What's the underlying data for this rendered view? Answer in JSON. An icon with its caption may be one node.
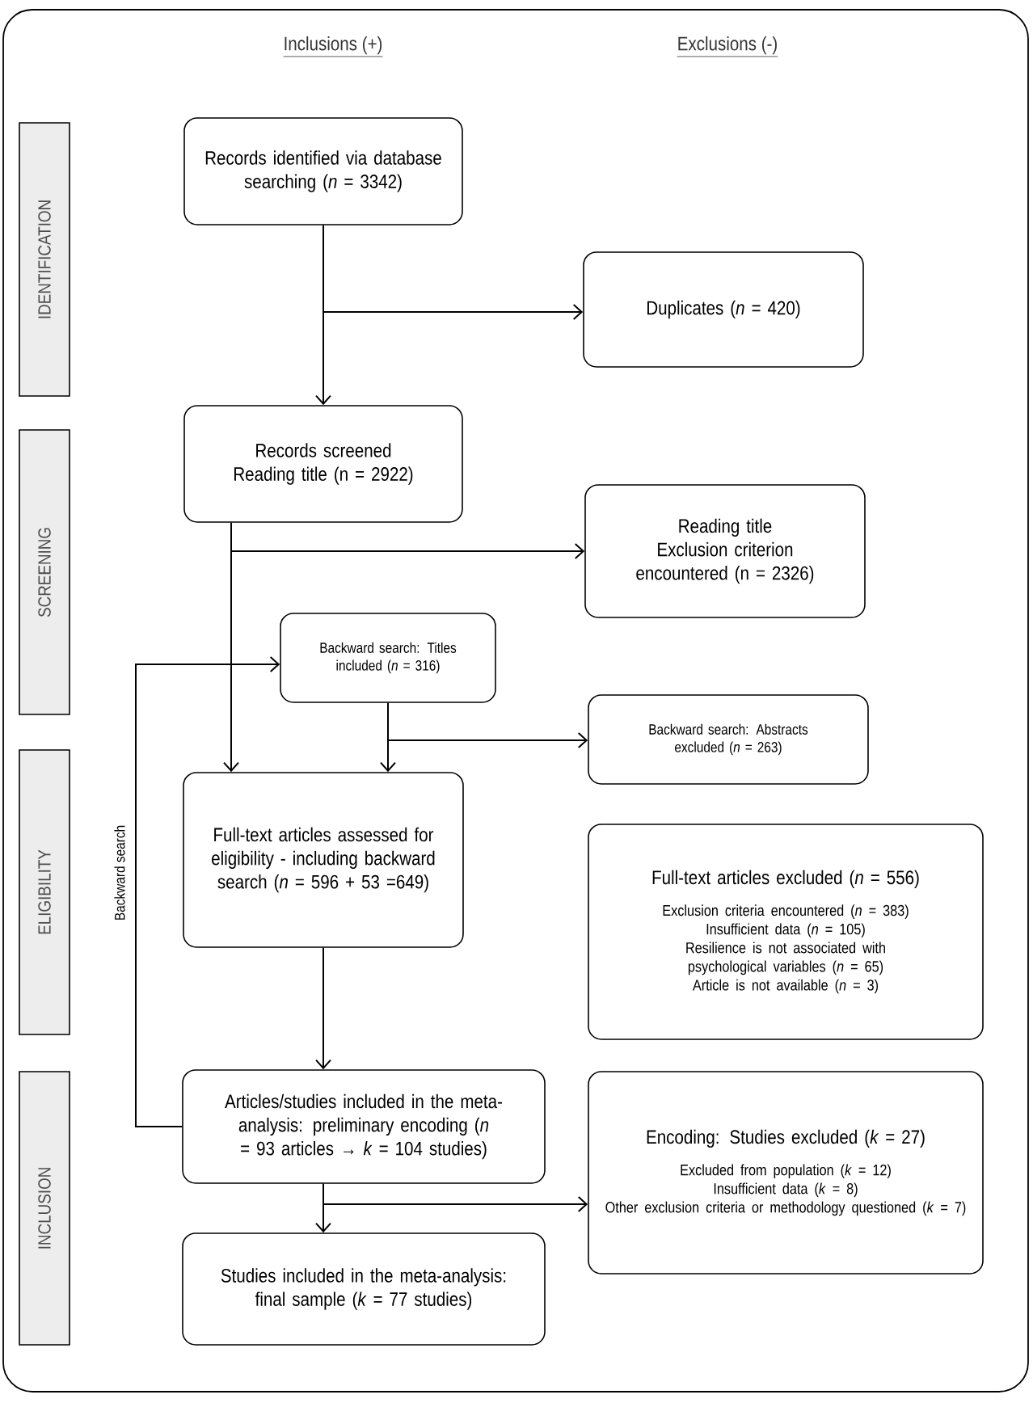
{
  "diagram": {
    "nodes": [
      {
        "text": [
          "IDENTIFICATION"
        ]
      },
      {
        "text": [
          "SCREENING"
        ]
      },
      {
        "text": [
          "ELIGIBILITY"
        ]
      },
      {
        "text": [
          "INCLUSION"
        ]
      },
      {
        "text": [
          "Records identified via database searching (*n* = 3342)"
        ]
      },
      {
        "text": [
          "Duplicates (*n* = 420)"
        ]
      },
      {
        "text": [
          "Records screened Reading title (n = 2922)"
        ]
      },
      {
        "text": [
          "Reading title Exclusion criterion encountered (n = 2326)"
        ]
      },
      {
        "text": [
          "Backward search: Titles included (*n* = 316)"
        ]
      },
      {
        "text": [
          "Backward search: Abstracts excluded (*n* = 263)"
        ]
      },
      {
        "text": [
          "Full-text articles assessed for eligibility - including backward search (*n* = 596 + 53 =649)"
        ]
      },
      {
        "text": [
          "Full-text articles excluded (*n* = 556)",
          "Exclusion criteria encountered (*n* = 383)",
          "Insufficient data (*n* = 105)",
          "Resilience is not associated with psychological variables (*n* = 65)",
          "Article is not available (*n* = 3)"
        ]
      },
      {
        "text": [
          "Articles/studies included in the meta-analysis: preliminary encoding (*n* = 93 articles → *k* = 104 studies)"
        ]
      },
      {
        "text": [
          "Encoding: Studies excluded (*k* = 27)",
          "Excluded from population (*k* = 12)",
          "Insufficient data (*k* = 8)",
          "Other exclusion criteria or methodology questioned (*k* = 7)"
        ]
      },
      {
        "text": [
          "Studies included in the meta-analysis: final sample (*k* = 77 studies)"
        ]
      }
    ],
    "edges": [
      {
        "from": 4,
        "to": 6,
        "arrow": "to"
      },
      {
        "from": 4,
        "to": 5,
        "arrow": "to"
      },
      {
        "from": 6,
        "to": 7,
        "arrow": "to"
      },
      {
        "from": 6,
        "to": 10,
        "arrow": "to"
      },
      {
        "from": 8,
        "to": 10,
        "arrow": "to"
      },
      {
        "from": 8,
        "to": 9,
        "arrow": "to"
      },
      {
        "from": 10,
        "to": 12,
        "arrow": "to"
      },
      {
        "from": 12,
        "to": 8,
        "arrow": "to",
        "label": "Backward search"
      },
      {
        "from": 12,
        "to": 14,
        "arrow": "to"
      },
      {
        "from": 12,
        "to": 13,
        "arrow": "to"
      }
    ],
    "labels": [
      "Inclusions (+)",
      "Exclusions (-)"
    ]
  }
}
